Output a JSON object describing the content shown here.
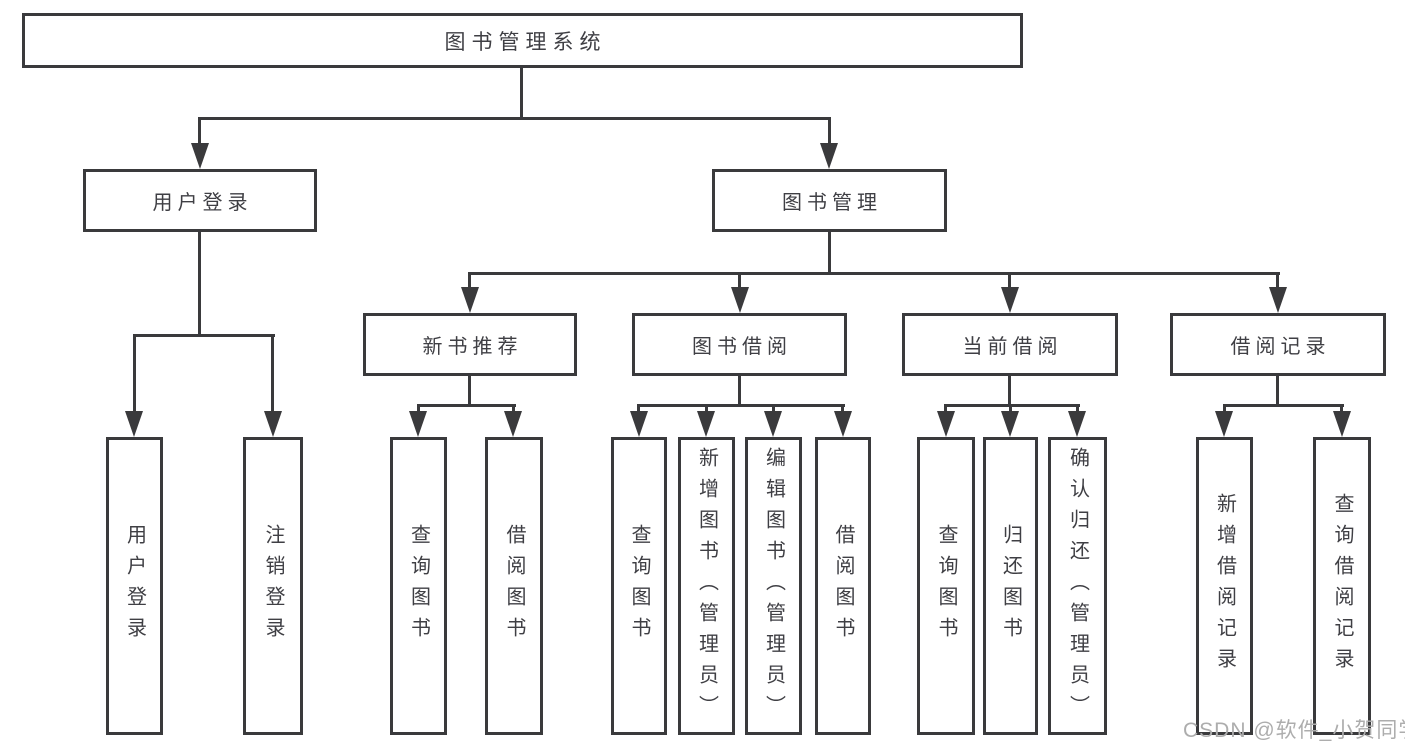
{
  "tree": {
    "root": "图书管理系统",
    "branches": [
      {
        "label": "用户登录",
        "children": [
          "用户登录",
          "注销登录"
        ]
      },
      {
        "label": "图书管理",
        "groups": [
          {
            "label": "新书推荐",
            "children": [
              "查询图书",
              "借阅图书"
            ]
          },
          {
            "label": "图书借阅",
            "children": [
              "查询图书",
              "新增图书（管理员）",
              "编辑图书（管理员）",
              "借阅图书"
            ]
          },
          {
            "label": "当前借阅",
            "children": [
              "查询图书",
              "归还图书",
              "确认归还（管理员）"
            ]
          },
          {
            "label": "借阅记录",
            "children": [
              "新增借阅记录",
              "查询借阅记录"
            ]
          }
        ]
      }
    ]
  },
  "watermark": "CSDN @软件_小贺同学",
  "colors": {
    "line": "#3a3a3c",
    "text": "#3f3f44",
    "watermark": "#adadad",
    "background": "#ffffff"
  }
}
